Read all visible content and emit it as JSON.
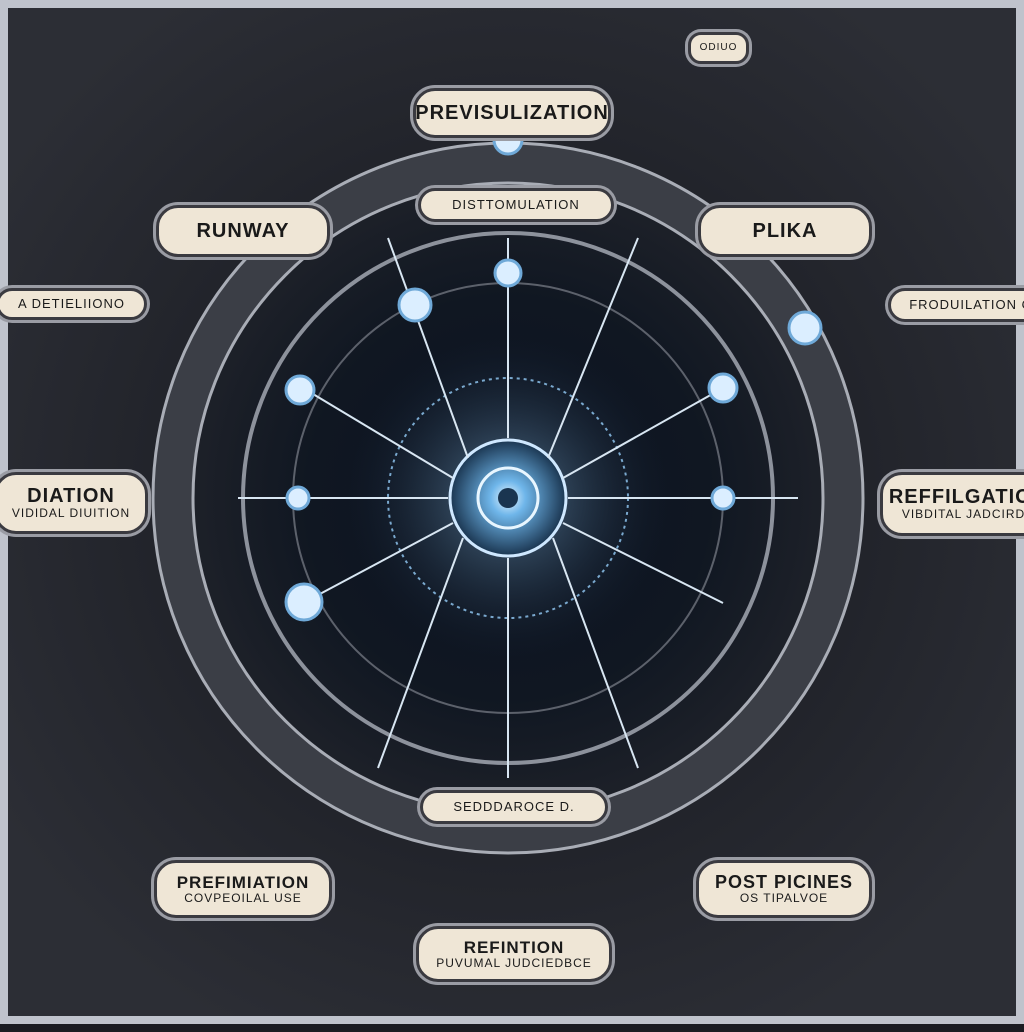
{
  "labels": {
    "top": {
      "title": "PREVISULIZATION"
    },
    "badge": {
      "title": "ODIUO"
    },
    "arc_top": {
      "title": "DISTTOMULATION"
    },
    "runway": {
      "title": "RUNWAY"
    },
    "plika": {
      "title": "PLIKA"
    },
    "left_upper": {
      "title": "A DETIELIIONO"
    },
    "right_upper": {
      "title": "FRODUILATION O"
    },
    "left_mid": {
      "title": "DIATION",
      "subtitle": "VIDIDAL DIUITION"
    },
    "right_mid": {
      "title": "REFFILGATION",
      "subtitle": "VIBDITAL JADCIRDE"
    },
    "arc_bottom": {
      "title": "SEDDDAROCE D."
    },
    "bottom_left": {
      "title": "PREFIMIATION",
      "subtitle": "COVPEOILAL USE"
    },
    "bottom_right": {
      "title": "POST PICINES",
      "subtitle": "OS TIPALVOE"
    },
    "bottom_center": {
      "title": "REFINTION",
      "subtitle": "PUVUMAL JUDCIEDBCE"
    }
  },
  "colors": {
    "glow": "#9fd4ff",
    "label_bg": "#efe6d6",
    "background": "#1b1c22"
  }
}
